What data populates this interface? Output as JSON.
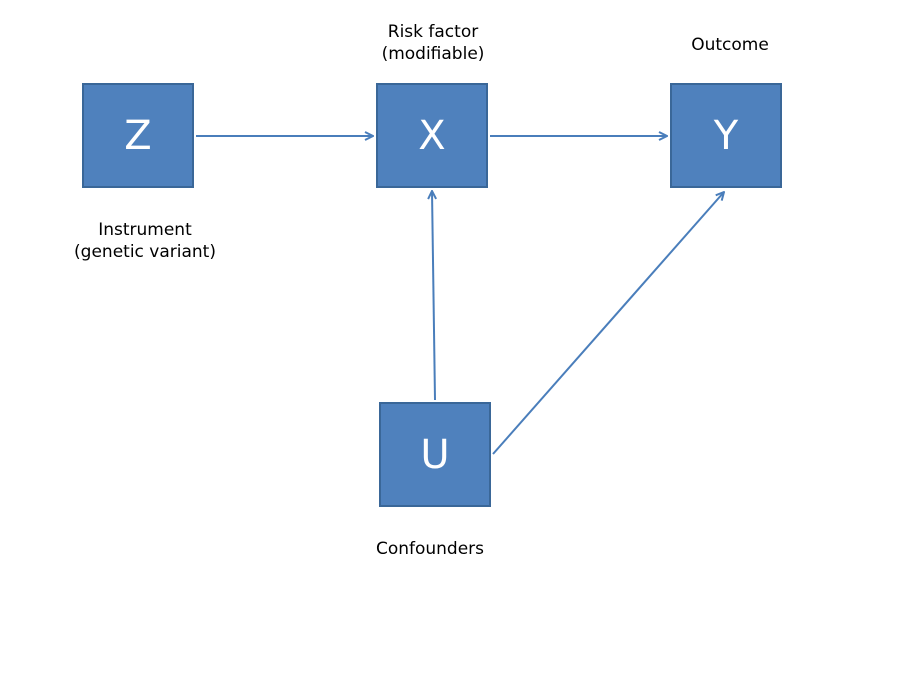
{
  "nodes": {
    "z": {
      "letter": "Z"
    },
    "x": {
      "letter": "X"
    },
    "y": {
      "letter": "Y"
    },
    "u": {
      "letter": "U"
    }
  },
  "labels": {
    "x": {
      "line1": "Risk factor",
      "line2": "(modifiable)"
    },
    "y": {
      "line1": "Outcome"
    },
    "z": {
      "line1": "Instrument",
      "line2": "(genetic variant)"
    },
    "u": {
      "line1": "Confounders"
    }
  },
  "edges": [
    {
      "from": "Z",
      "to": "X"
    },
    {
      "from": "X",
      "to": "Y"
    },
    {
      "from": "U",
      "to": "X"
    },
    {
      "from": "U",
      "to": "Y"
    }
  ],
  "colors": {
    "node_fill": "#4f81bd",
    "node_border": "#3a6798",
    "arrow": "#4a7ebb"
  }
}
